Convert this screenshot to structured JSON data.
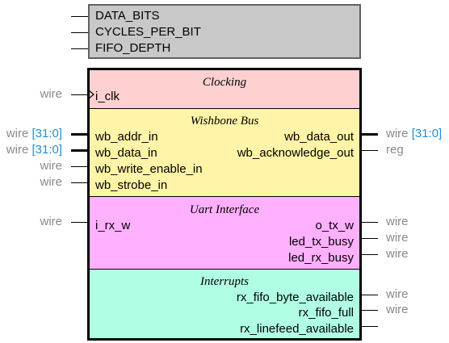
{
  "parameters": [
    "DATA_BITS",
    "CYCLES_PER_BIT",
    "FIFO_DEPTH"
  ],
  "sections": {
    "clocking": {
      "title": "Clocking",
      "port": "i_clk",
      "type": "wire"
    },
    "wishbone": {
      "title": "Wishbone Bus",
      "inputs": [
        {
          "name": "wb_addr_in",
          "type": "wire",
          "width": "[31:0]"
        },
        {
          "name": "wb_data_in",
          "type": "wire",
          "width": "[31:0]"
        },
        {
          "name": "wb_write_enable_in",
          "type": "wire"
        },
        {
          "name": "wb_strobe_in",
          "type": "wire"
        }
      ],
      "outputs": [
        {
          "name": "wb_data_out",
          "type": "wire",
          "width": "[31:0]"
        },
        {
          "name": "wb_acknowledge_out",
          "type": "reg"
        }
      ]
    },
    "uart": {
      "title": "Uart Interface",
      "inputs": [
        {
          "name": "i_rx_w",
          "type": "wire"
        }
      ],
      "outputs": [
        {
          "name": "o_tx_w",
          "type": "wire"
        },
        {
          "name": "led_tx_busy",
          "type": "wire"
        },
        {
          "name": "led_rx_busy",
          "type": "wire"
        }
      ]
    },
    "interrupts": {
      "title": "Interrupts",
      "outputs": [
        {
          "name": "rx_fifo_byte_available",
          "type": "wire"
        },
        {
          "name": "rx_fifo_full",
          "type": "wire"
        },
        {
          "name": "rx_linefeed_available",
          "type": ""
        }
      ]
    }
  },
  "colors": {
    "params_fill": "#c8c8c8",
    "clocking_fill": "#ffd0d0",
    "wishbone_fill": "#fff4a8",
    "uart_fill": "#ffb0ff",
    "interrupts_fill": "#b0ffe4",
    "type_text": "#8a8a8a",
    "width_text": "#1f8fd8"
  }
}
